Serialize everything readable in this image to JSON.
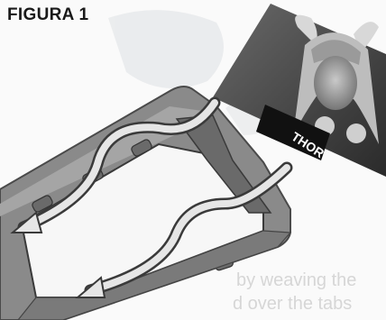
{
  "figure": {
    "label": "FIGURA 1",
    "card_name": "THOR",
    "background_text": {
      "line1": "by weaving the",
      "line2": "d over the tabs"
    }
  }
}
